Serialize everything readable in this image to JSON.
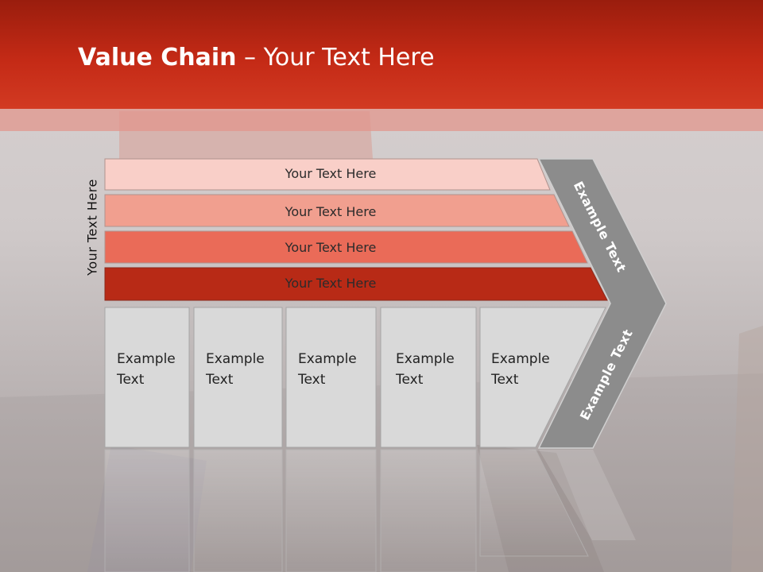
{
  "title": {
    "bold": "Value Chain",
    "rest": " – Your Text Here"
  },
  "side_label": "Your Text Here",
  "rows": [
    {
      "label": "Your Text Here",
      "color": "#f9cfc8"
    },
    {
      "label": "Your Text Here",
      "color": "#f19f8f"
    },
    {
      "label": "Your Text Here",
      "color": "#ea6b58"
    },
    {
      "label": "Your Text Here",
      "color": "#b82a16"
    }
  ],
  "cells": [
    {
      "line1": "Example",
      "line2": "Text"
    },
    {
      "line1": "Example",
      "line2": "Text"
    },
    {
      "line1": "Example",
      "line2": "Text"
    },
    {
      "line1": "Example",
      "line2": "Text"
    },
    {
      "line1": "Example",
      "line2": "Text"
    }
  ],
  "arrow": {
    "upper": "Example Text",
    "lower": "Example Text",
    "color": "#8c8c8c"
  },
  "colors": {
    "header": "#c42a16",
    "cell_fill": "#d9d9d9",
    "cell_border": "#a6a6a6"
  }
}
